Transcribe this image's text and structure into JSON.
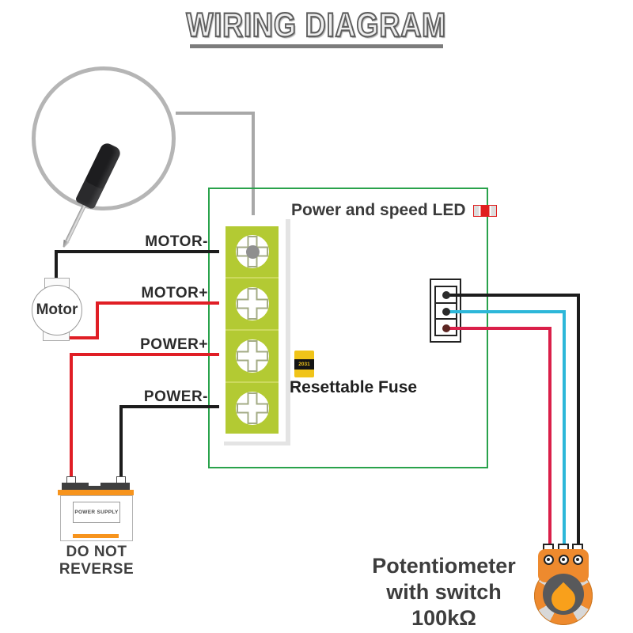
{
  "title": "WIRING DIAGRAM",
  "board": {
    "led_label": "Power and speed LED",
    "fuse_label": "Resettable Fuse",
    "fuse_marking": "2031"
  },
  "terminal_labels": [
    {
      "label": "MOTOR-",
      "wire_color": "#1c1c1c"
    },
    {
      "label": "MOTOR+",
      "wire_color": "#e01e25"
    },
    {
      "label": "POWER+",
      "wire_color": "#e01e25"
    },
    {
      "label": "POWER-",
      "wire_color": "#1c1c1c"
    }
  ],
  "motor": {
    "label": "Motor"
  },
  "power_supply": {
    "label": "POWER SUPPLY",
    "warning": "DO NOT REVERSE"
  },
  "potentiometer": {
    "lines": [
      "Potentiometer",
      "with switch",
      "100kΩ"
    ]
  },
  "colors": {
    "board_outline_green": "#29a24b",
    "terminal_green": "#b3ca33",
    "wire_black": "#1c1c1c",
    "wire_red": "#e01e25",
    "wire_crimson": "#da1f49",
    "wire_cyan": "#2db7d9",
    "wire_gray": "#a8a8a8",
    "battery_orange": "#f7941d",
    "pot_orange": "#ee8a2e",
    "fuse_yellow": "#f0c419",
    "led_red": "#e01f1f"
  }
}
